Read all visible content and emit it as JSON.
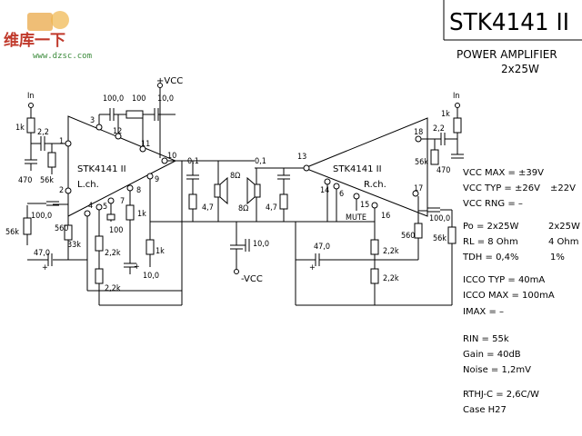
{
  "watermark": {
    "logo_text": "维库一下",
    "url": "www.dzsc.com"
  },
  "header": {
    "part_number": "STK4141 II",
    "description": "POWER AMPLIFIER",
    "rating": "2x25W"
  },
  "supply": {
    "vcc_pos": "+VCC",
    "vcc_neg": "-VCC"
  },
  "channels": {
    "left_name": "STK4141  II",
    "left_label": "L.ch.",
    "right_name": "STK4141  II",
    "right_label": "R.ch."
  },
  "labels": {
    "in_left": "In",
    "in_right": "In",
    "r1k_in_l": "1k",
    "c22_l": "2,2",
    "c470_l": "470",
    "r56k_l": "56k",
    "c100_top": "100,0",
    "r100_top": "100",
    "c10_top": "10,0",
    "c01_l": "0,1",
    "spk_l": "8Ω",
    "spk_r": "8Ω",
    "c01_r": "0,1",
    "r47_l": "4,7",
    "r47_r": "4,7",
    "c100_l": "100,0",
    "r56k_l2": "56k",
    "r560_l": "560",
    "r33k_l": "33k",
    "c47_l": "47,0",
    "r22k_l1": "2,2k",
    "r22k_l2": "2,2k",
    "r100_l": "100",
    "r1k_l": "1k",
    "r1k_l2": "1k",
    "c10_l": "10,0",
    "c10_mid": "10,0",
    "r1k_in_r": "1k",
    "c22_r": "2,2",
    "r56k_r": "56k",
    "c470_r": "470",
    "c100_r": "100,0",
    "r560_r": "560",
    "r56k_r2": "56k",
    "c47_r": "47,0",
    "r22k_r1": "2,2k",
    "r22k_r2": "2,2k",
    "mute": "MUTE"
  },
  "pins": [
    "1",
    "2",
    "3",
    "4",
    "5",
    "6",
    "7",
    "8",
    "9",
    "10",
    "11",
    "12",
    "13",
    "14",
    "15",
    "16",
    "17",
    "18"
  ],
  "specs": {
    "vcc_max": "VCC MAX = ±39V",
    "vcc_typ": "VCC TYP = ±26V",
    "vcc_typ2": "±22V",
    "vcc_rng": "VCC RNG = –",
    "po": "Po  = 2x25W",
    "po2": "2x25W",
    "rl": "RL  = 8 Ohm",
    "rl2": "4 Ohm",
    "thd": "TDH = 0,4%",
    "thd2": "1%",
    "icco_typ": "ICCO TYP = 40mA",
    "icco_max": "ICCO MAX = 100mA",
    "imax": "IMAX  =  –",
    "rin": "RIN  = 55k",
    "gain": "Gain  = 40dB",
    "noise": "Noise = 1,2mV",
    "rth": "RTHJ-C = 2,6C/W",
    "case": "Case  H27"
  }
}
